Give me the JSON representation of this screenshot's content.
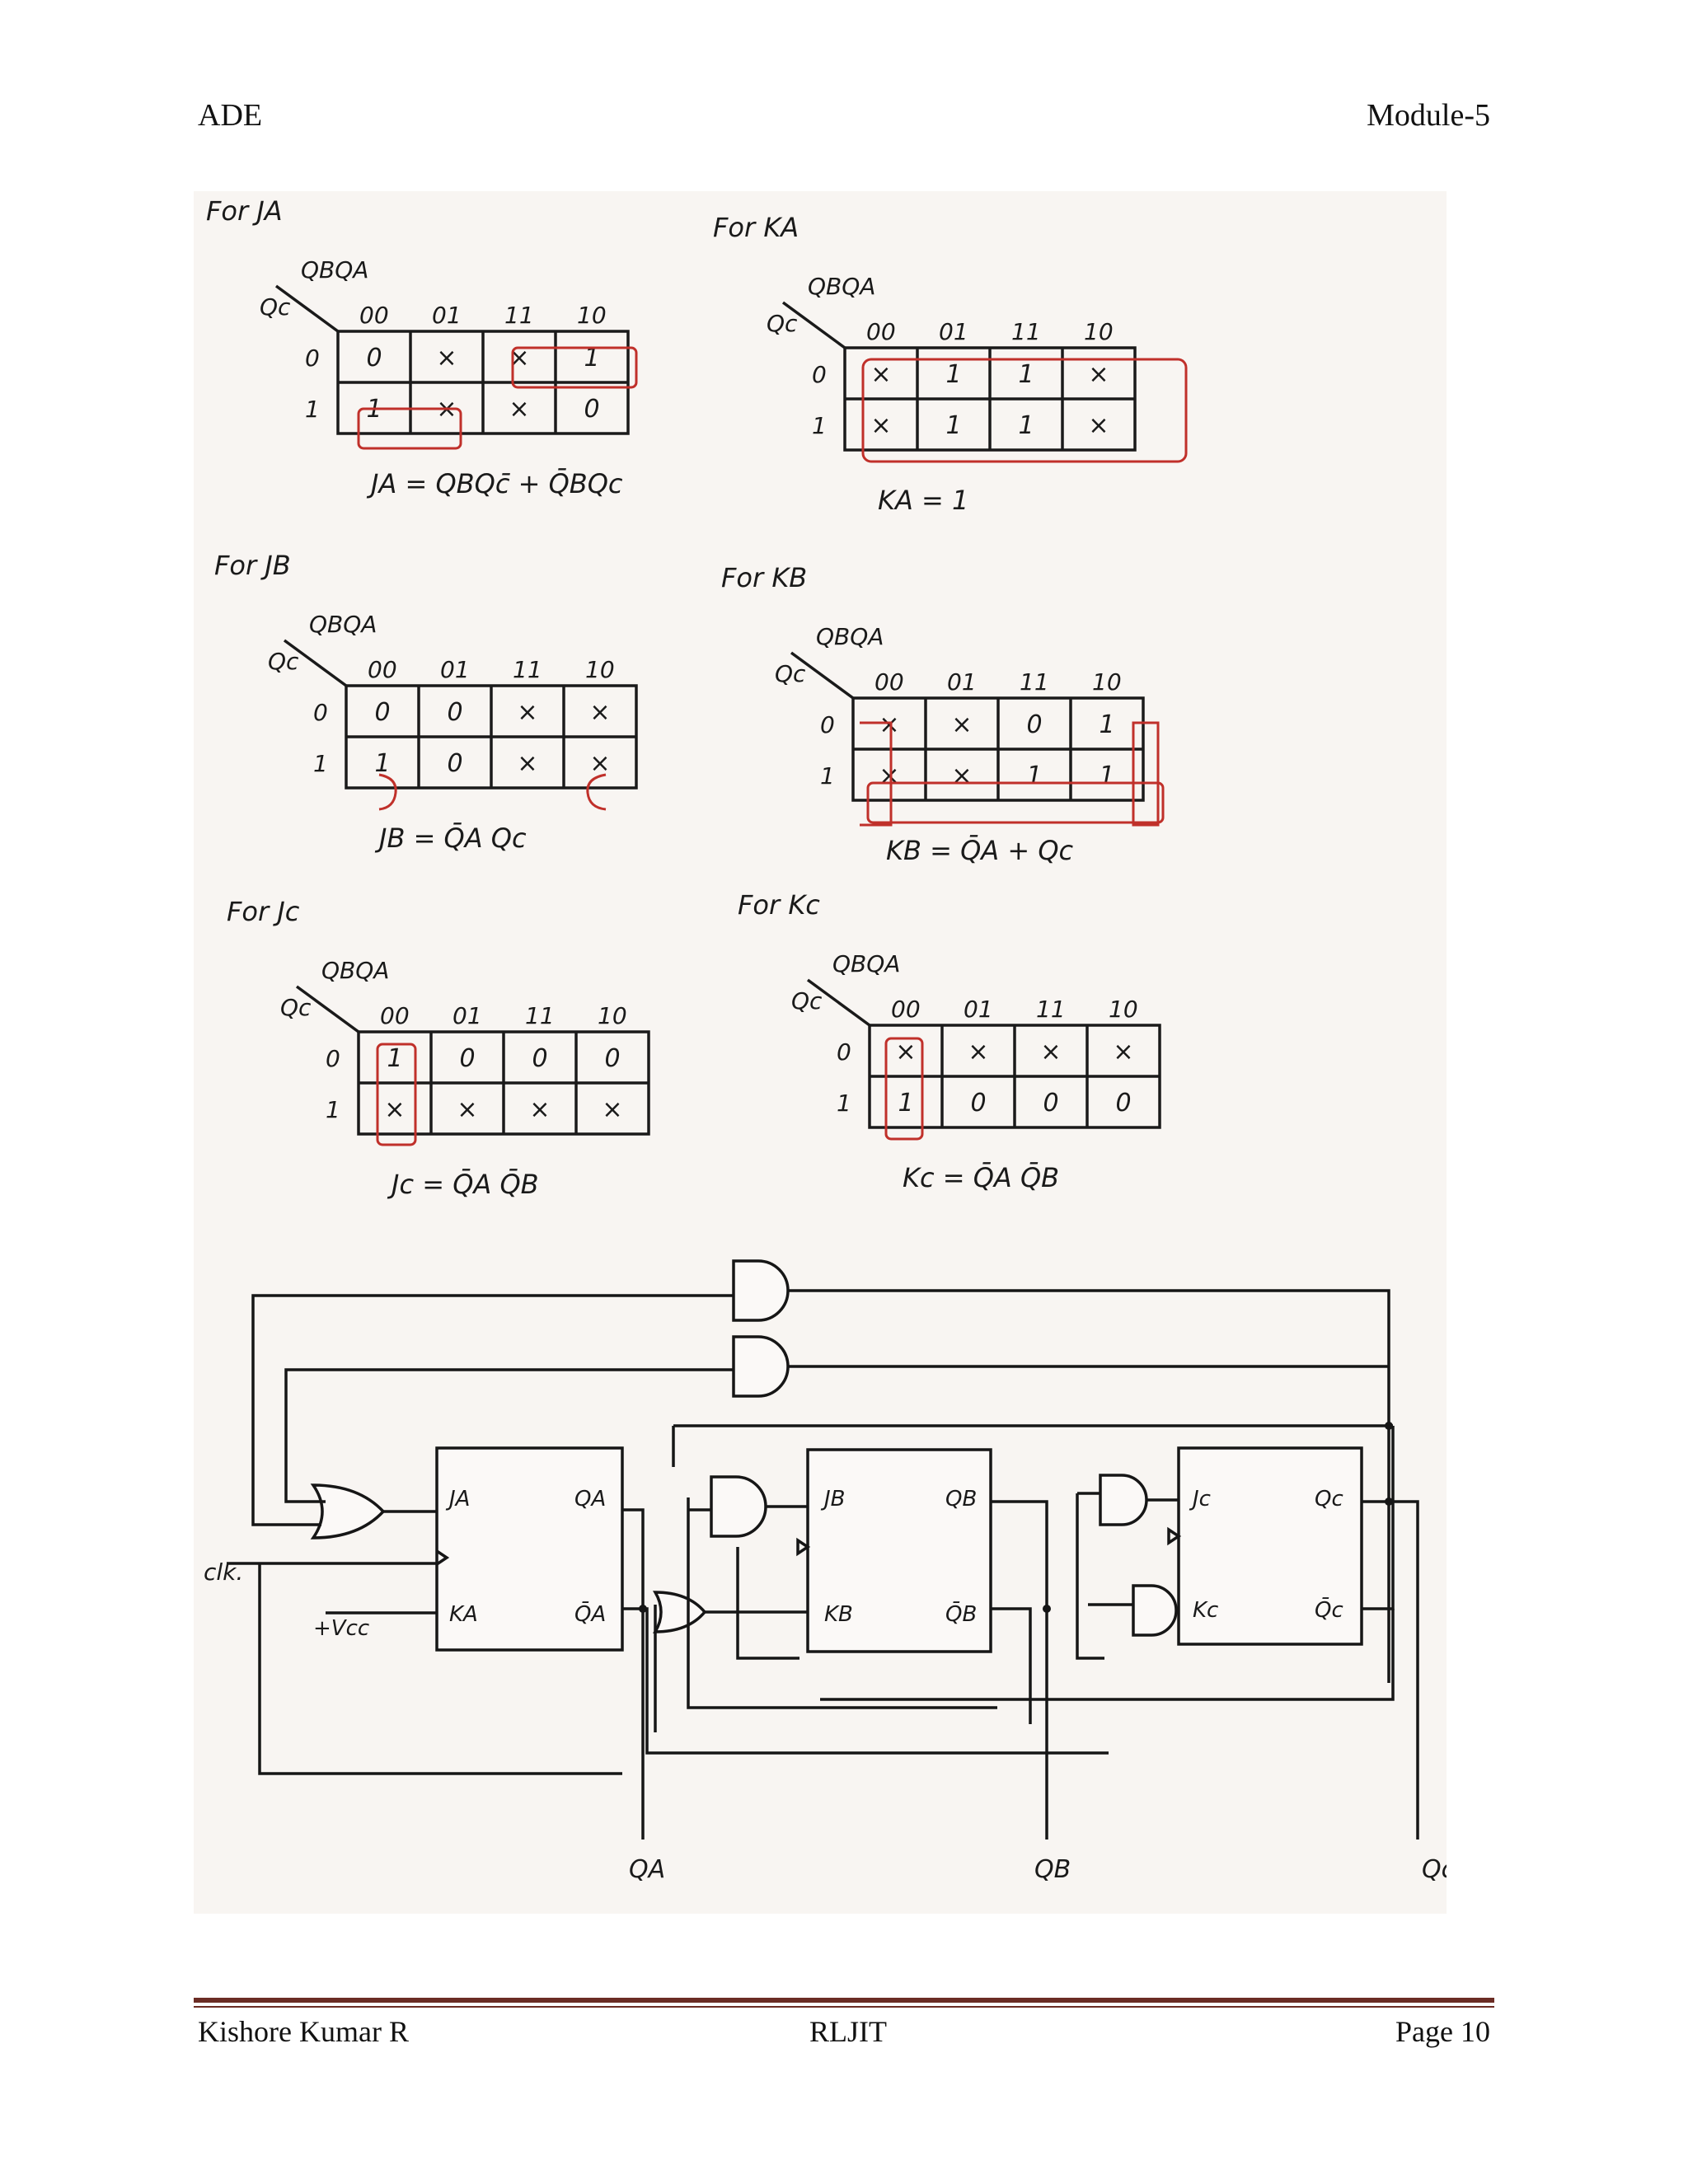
{
  "header": {
    "left": "ADE",
    "right": "Module-5"
  },
  "footer": {
    "author": "Kishore Kumar R",
    "institute": "RLJIT",
    "page": "Page 10"
  },
  "kmap_common": {
    "row_var": "Qc",
    "col_var": "QBQA",
    "col_labels": [
      "00",
      "01",
      "11",
      "10"
    ],
    "row_labels": [
      "0",
      "1"
    ]
  },
  "kmaps": [
    {
      "title": "For JA",
      "cells": [
        [
          "0",
          "×",
          "×",
          "1"
        ],
        [
          "1",
          "×",
          "×",
          "0"
        ]
      ],
      "equation": "JA = QBQc̄ + Q̄BQc"
    },
    {
      "title": "For KA",
      "cells": [
        [
          "×",
          "1",
          "1",
          "×"
        ],
        [
          "×",
          "1",
          "1",
          "×"
        ]
      ],
      "equation": "KA = 1"
    },
    {
      "title": "For JB",
      "cells": [
        [
          "0",
          "0",
          "×",
          "×"
        ],
        [
          "1",
          "0",
          "×",
          "×"
        ]
      ],
      "equation": "JB = Q̄A Qc"
    },
    {
      "title": "For KB",
      "cells": [
        [
          "×",
          "×",
          "0",
          "1"
        ],
        [
          "×",
          "×",
          "1",
          "1"
        ]
      ],
      "equation": "KB = Q̄A + Qc"
    },
    {
      "title": "For Jc",
      "cells": [
        [
          "1",
          "0",
          "0",
          "0"
        ],
        [
          "×",
          "×",
          "×",
          "×"
        ]
      ],
      "equation": "Jc = Q̄A Q̄B"
    },
    {
      "title": "For Kc",
      "cells": [
        [
          "×",
          "×",
          "×",
          "×"
        ],
        [
          "1",
          "0",
          "0",
          "0"
        ]
      ],
      "equation": "Kc = Q̄A Q̄B"
    }
  ],
  "circuit": {
    "ffA": {
      "j": "JA",
      "k": "KA",
      "q": "QA",
      "qbar": "Q̄A"
    },
    "ffB": {
      "j": "JB",
      "k": "KB",
      "q": "QB",
      "qbar": "Q̄B"
    },
    "ffC": {
      "j": "Jc",
      "k": "Kc",
      "q": "Qc",
      "qbar": "Q̄c"
    },
    "clk": "clk.",
    "vcc": "+Vcc",
    "out_a": "QA",
    "out_b": "QB",
    "out_c": "Qc"
  }
}
